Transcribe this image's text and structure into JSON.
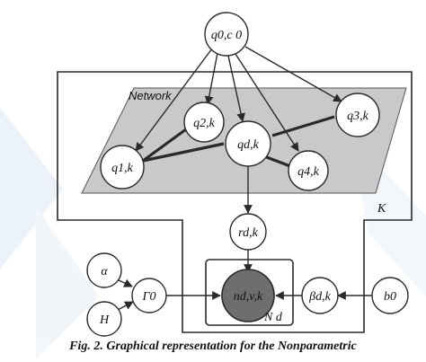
{
  "nodes": {
    "q0c0": "q0,c 0",
    "q1k": "q1,k",
    "q2k": "q2,k",
    "qdk": "qd,k",
    "q3k": "q3,k",
    "q4k": "q4,k",
    "rdk": "rd,k",
    "alpha": "α",
    "H": "H",
    "gamma0": "Γ0",
    "ndvk": "nd,v,k",
    "betadk": "βd,k",
    "b0": "b0"
  },
  "plates": {
    "K": "K",
    "Nd": "N d"
  },
  "network_label": "Network",
  "caption": "Fig. 2. Graphical representation for the Nonparametric",
  "colors": {
    "network_fill": "#c9c9c9",
    "observed_node_fill": "#6e6e6e",
    "node_fill": "#ffffff",
    "stroke": "#2a2a2a",
    "watermark": "#dbe9f5"
  }
}
